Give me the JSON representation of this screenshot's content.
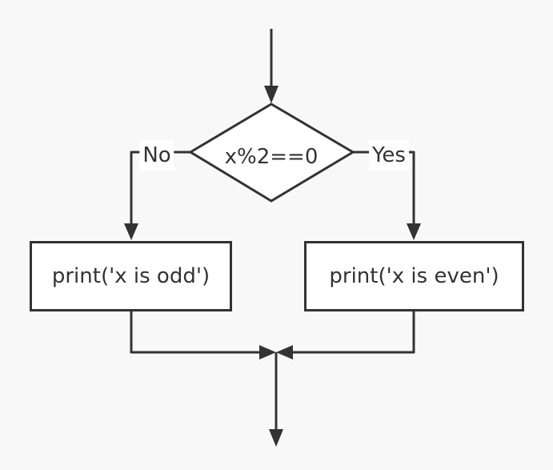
{
  "flowchart": {
    "type": "flowchart",
    "decision": {
      "label": "x%2==0",
      "shape": "diamond"
    },
    "branch_no": {
      "label": "No"
    },
    "branch_yes": {
      "label": "Yes"
    },
    "process_odd": {
      "label": "print('x is odd')"
    },
    "process_even": {
      "label": "print('x is even')"
    },
    "colors": {
      "background": "#f8f8f8",
      "stroke": "#333333",
      "node_fill": "#ffffff",
      "text": "#333333"
    }
  }
}
